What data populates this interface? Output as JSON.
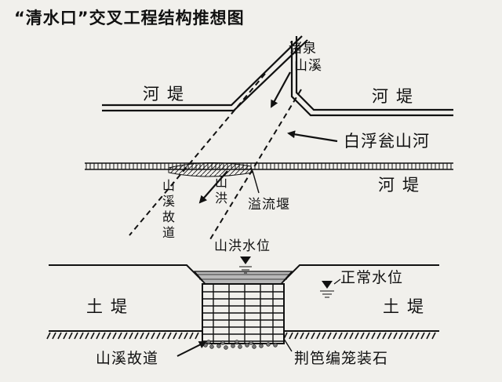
{
  "title": "“清水口”交叉工程结构推想图",
  "top_view": {
    "stream_label_line1": "诸泉",
    "stream_label_line2": "山溪",
    "dike_left": "河堤",
    "dike_right": "河堤",
    "river_label": "白浮瓮山河",
    "dike_lower": "河堤",
    "old_channel": "山溪故道",
    "flood": "山洪",
    "weir": "溢流堰"
  },
  "cross_section": {
    "flood_level": "山洪水位",
    "normal_level": "正常水位",
    "earth_dike_left": "土堤",
    "earth_dike_right": "土堤",
    "old_channel": "山溪故道",
    "gabion": "荆笆编笼装石"
  },
  "colors": {
    "ink": "#111111",
    "background": "#f1f0ec",
    "water": "#b8b8b8"
  }
}
